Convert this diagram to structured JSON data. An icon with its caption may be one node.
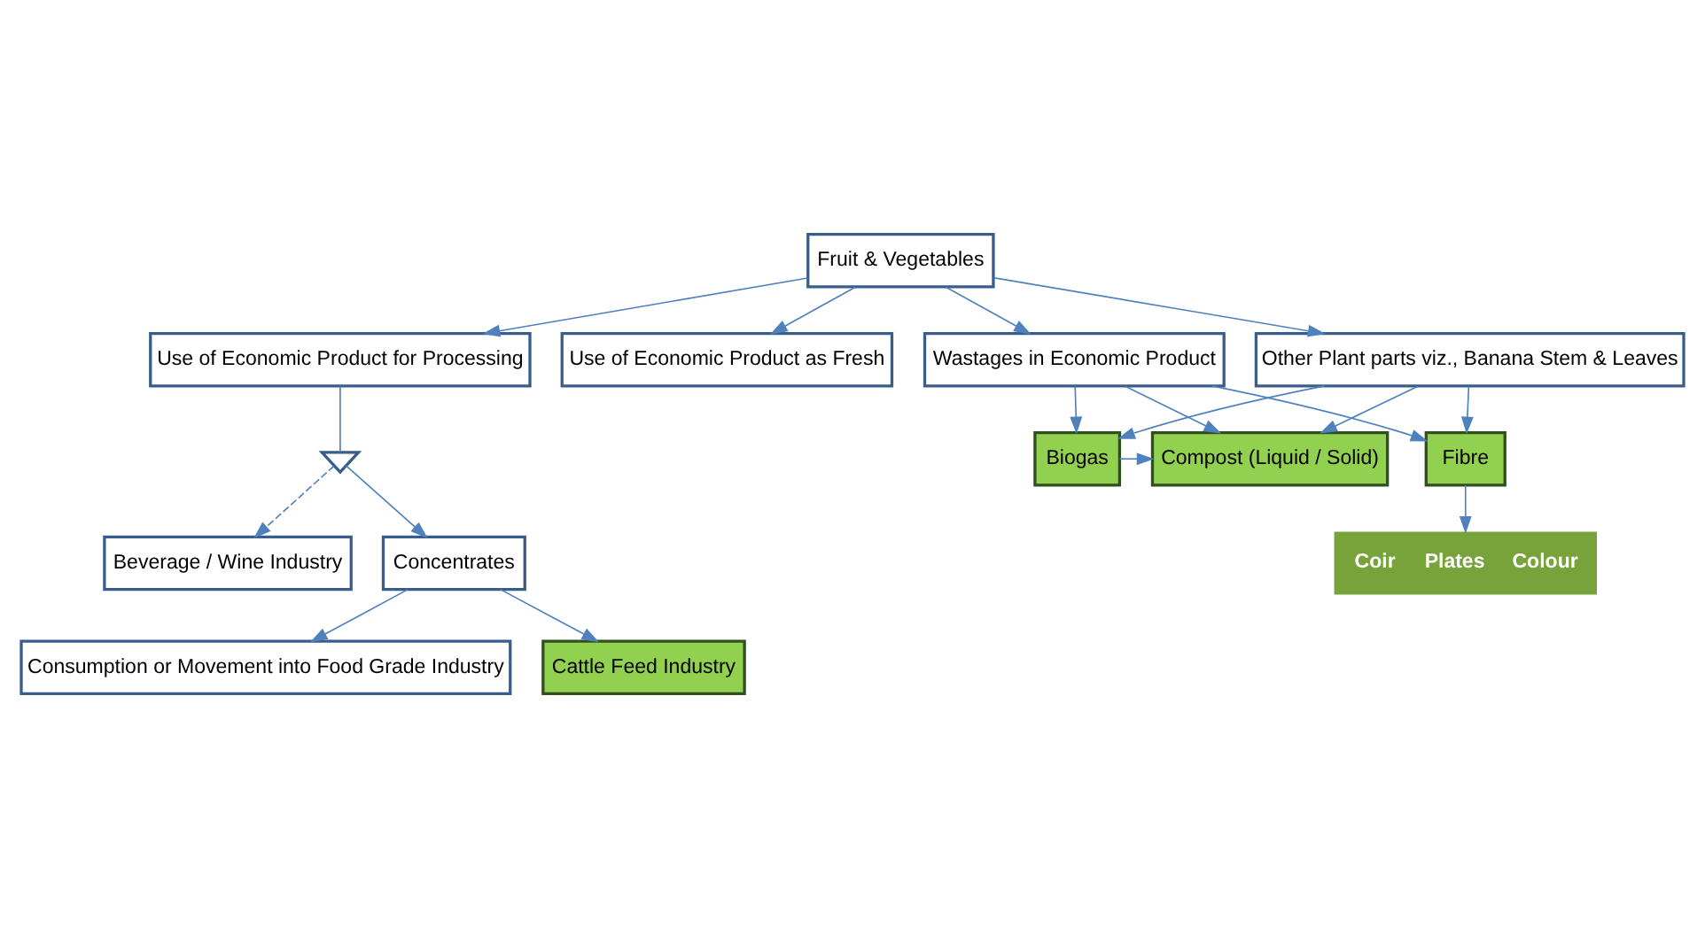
{
  "diagram": {
    "nodes": [
      {
        "text": [
          "Fruit & Vegetables"
        ]
      },
      {
        "text": [
          "Use of Economic Product for Processing"
        ]
      },
      {
        "text": [
          "Use of Economic Product as Fresh"
        ]
      },
      {
        "text": [
          "Wastages in Economic Product"
        ]
      },
      {
        "text": [
          "Other Plant parts viz., Banana Stem & Leaves"
        ]
      },
      {
        "text": [],
        "shape": "valve"
      },
      {
        "text": [
          "Concentrates"
        ]
      },
      {
        "text": [
          "Beverage / Wine Industry"
        ]
      },
      {
        "text": [
          "Consumption or Movement into Food Grade Industry"
        ]
      },
      {
        "text": [
          "Cattle Feed Industry"
        ]
      },
      {
        "text": [
          "Compost (Liquid / Solid)"
        ]
      },
      {
        "text": [
          "Biogas"
        ]
      },
      {
        "text": [
          "Fibre"
        ]
      },
      {
        "text": [
          "Coir",
          "Plates",
          "Colour"
        ]
      }
    ],
    "edges": [
      {
        "from": 0,
        "to": 1,
        "arrow": "to"
      },
      {
        "from": 0,
        "to": 2,
        "arrow": "to"
      },
      {
        "from": 0,
        "to": 3,
        "arrow": "to"
      },
      {
        "from": 0,
        "to": 4,
        "arrow": "to"
      },
      {
        "from": 1,
        "to": 5,
        "arrow": "none"
      },
      {
        "from": 5,
        "to": 6,
        "arrow": "to"
      },
      {
        "from": 5,
        "to": 7,
        "arrow": "to",
        "style": "dashed"
      },
      {
        "from": 6,
        "to": 8,
        "arrow": "to"
      },
      {
        "from": 6,
        "to": 9,
        "arrow": "to"
      },
      {
        "from": 3,
        "to": 10,
        "arrow": "to"
      },
      {
        "from": 3,
        "to": 11,
        "arrow": "to"
      },
      {
        "from": 3,
        "to": 12,
        "arrow": "to"
      },
      {
        "from": 4,
        "to": 10,
        "arrow": "to"
      },
      {
        "from": 4,
        "to": 11,
        "arrow": "to"
      },
      {
        "from": 4,
        "to": 12,
        "arrow": "to"
      },
      {
        "from": 11,
        "to": 10,
        "arrow": "to"
      },
      {
        "from": 12,
        "to": 13,
        "arrow": "to"
      }
    ]
  }
}
